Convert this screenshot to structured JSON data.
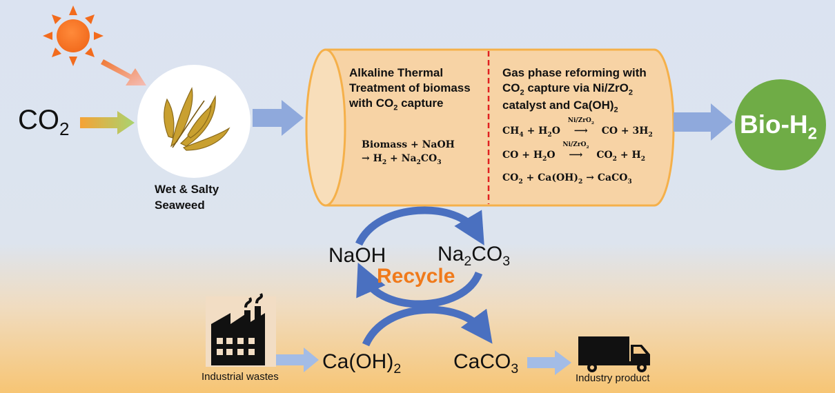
{
  "inputs": {
    "co2_label_main": "CO",
    "co2_label_sub": "2",
    "seaweed_label_line1": "Wet & Salty",
    "seaweed_label_line2": "Seaweed"
  },
  "reactor": {
    "left_title_line1": "Alkaline Thermal",
    "left_title_line2": "Treatment of biomass",
    "left_title_line3_main": "with CO",
    "left_title_line3_sub": "2",
    "left_title_line3_tail": " capture",
    "left_eq_line1": "Biomass + NaOH",
    "left_eq_line2_a": "→ H",
    "left_eq_line2_b": "2",
    "left_eq_line2_c": " + Na",
    "left_eq_line2_d": "2",
    "left_eq_line2_e": "CO",
    "left_eq_line2_f": "3",
    "right_title_line1": "Gas phase reforming with",
    "right_title_line2_a": "CO",
    "right_title_line2_b": "2",
    "right_title_line2_c": " capture via Ni/ZrO",
    "right_title_line2_d": "2",
    "right_title_line3_a": "catalyst and Ca(OH)",
    "right_title_line3_b": "2",
    "catalyst_label": "Ni/ZrO",
    "catalyst_label_sub": "2",
    "eq1_a": "CH",
    "eq1_b": "4",
    "eq1_c": " + H",
    "eq1_d": "2",
    "eq1_e": "O",
    "eq1_f": "CO + 3H",
    "eq1_g": "2",
    "eq2_a": "CO + H",
    "eq2_b": "2",
    "eq2_c": "O",
    "eq2_d": "CO",
    "eq2_e": "2",
    "eq2_f": " + H",
    "eq2_g": "2",
    "eq3_a": "CO",
    "eq3_b": "2",
    "eq3_c": " + Ca(OH)",
    "eq3_d": "2",
    "eq3_e": " → CaCO",
    "eq3_f": "3"
  },
  "output": {
    "product_main": "Bio-H",
    "product_sub": "2"
  },
  "cycle": {
    "naoh": "NaOH",
    "na2co3_a": "Na",
    "na2co3_b": "2",
    "na2co3_c": "CO",
    "na2co3_d": "3",
    "recycle_label": "Recycle",
    "caoh2_a": "Ca(OH)",
    "caoh2_b": "2",
    "caco3_a": "CaCO",
    "caco3_b": "3"
  },
  "bottom": {
    "industrial_wastes": "Industrial wastes",
    "industry_product": "Industry product"
  },
  "colors": {
    "sun": "#f26b1d",
    "reactor_fill": "#f7d3a5",
    "reactor_stroke": "#f5b04a",
    "divider": "#e02020",
    "flow_arrow": "#8fa9dc",
    "cycle_arrow": "#4a70c0",
    "bio_h2_circle": "#6fac46",
    "recycle_text": "#f07a1b"
  },
  "icons": [
    "sun-icon",
    "seaweed-icon",
    "factory-icon",
    "truck-icon"
  ]
}
